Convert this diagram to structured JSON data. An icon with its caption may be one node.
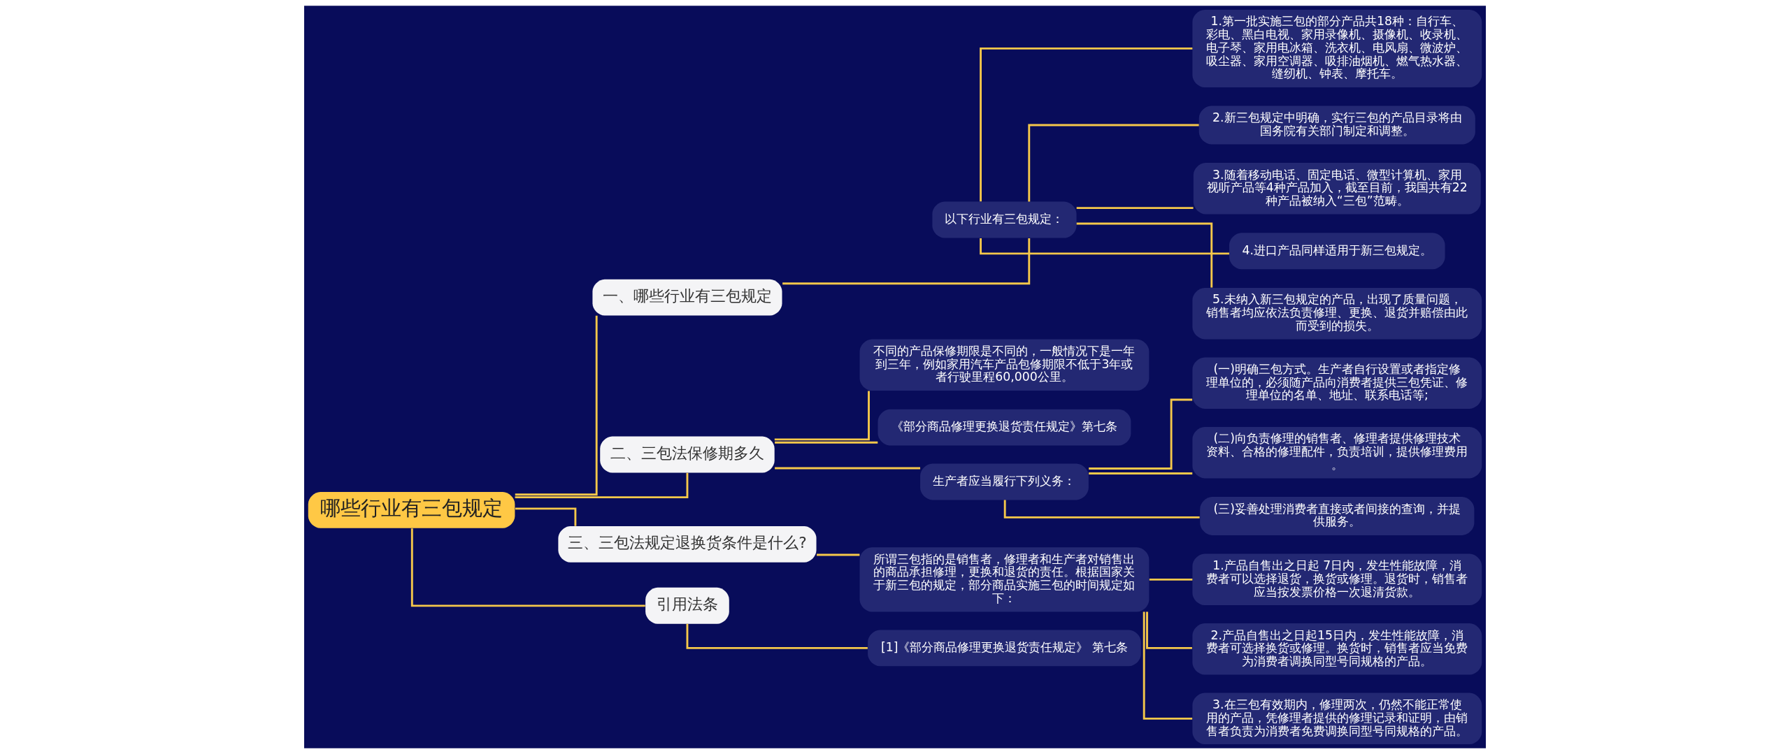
{
  "diagram": {
    "nodes": [
      {
        "text": [
          "哪些行业有三包规定"
        ]
      },
      {
        "text": [
          "一、哪些行业有三包规定"
        ]
      },
      {
        "text": [
          "以下行业有三包规定："
        ]
      },
      {
        "text": [
          "1.第一批实施三包的部分产品共18种：自行车、彩电、黑白电视、家用录像机、摄像机、收录机、电子琴、家用电冰箱、洗衣机、电风扇、微波炉、吸尘器、家用空调器、吸排油烟机、燃气热水器、缝纫机、钟表、摩托车。"
        ]
      },
      {
        "text": [
          "2.新三包规定中明确，实行三包的产品目录将由国务院有关部门制定和调整。"
        ]
      },
      {
        "text": [
          "3.随着移动电话、固定电话、微型计算机、家用视听产品等4种产品加入，截至目前，我国共有22种产品被纳入“三包”范畴。"
        ]
      },
      {
        "text": [
          "4.进口产品同样适用于新三包规定。"
        ]
      },
      {
        "text": [
          "5.未纳入新三包规定的产品，出现了质量问题，销售者均应依法负责修理、更换、退货并赔偿由此而受到的损失。"
        ]
      },
      {
        "text": [
          "二、三包法保修期多久"
        ]
      },
      {
        "text": [
          "不同的产品保修期限是不同的，一般情况下是一年到三年，例如家用汽车产品包修期限不低于3年或者行驶里程60,000公里。"
        ]
      },
      {
        "text": [
          "《部分商品修理更换退货责任规定》第七条"
        ]
      },
      {
        "text": [
          "生产者应当履行下列义务："
        ]
      },
      {
        "text": [
          "(一)明确三包方式。生产者自行设置或者指定修理单位的，必须随产品向消费者提供三包凭证、修理单位的名单、地址、联系电话等;"
        ]
      },
      {
        "text": [
          "(二)向负责修理的销售者、修理者提供修理技术资料、合格的修理配件，负责培训，提供修理费用。"
        ]
      },
      {
        "text": [
          "(三)妥善处理消费者直接或者间接的查询，并提供服务。"
        ]
      },
      {
        "text": [
          "三、三包法规定退换货条件是什么?"
        ]
      },
      {
        "text": [
          "所谓三包指的是销售者，修理者和生产者对销售出的商品承担修理，更换和退货的责任。根据国家关于新三包的规定，部分商品实施三包的时间规定如下："
        ]
      },
      {
        "text": [
          "1.产品自售出之日起 7日内，发生性能故障，消费者可以选择退货，换货或修理。退货时，销售者应当按发票价格一次退清货款。"
        ]
      },
      {
        "text": [
          "2.产品自售出之日起15日内，发生性能故障，消费者可选择换货或修理。换货时，销售者应当免费为消费者调换同型号同规格的产品。"
        ]
      },
      {
        "text": [
          "3.在三包有效期内，修理两次，仍然不能正常使用的产品，凭修理者提供的修理记录和证明，由销售者负责为消费者免费调换同型号同规格的产品。"
        ]
      },
      {
        "text": [
          "引用法条"
        ]
      },
      {
        "text": [
          "[1]《部分商品修理更换退货责任规定》 第七条"
        ]
      }
    ],
    "edges": [
      {
        "from": 0,
        "to": 1,
        "arrow": "none"
      },
      {
        "from": 1,
        "to": 2,
        "arrow": "none"
      },
      {
        "from": 2,
        "to": 3,
        "arrow": "none"
      },
      {
        "from": 2,
        "to": 4,
        "arrow": "none"
      },
      {
        "from": 2,
        "to": 5,
        "arrow": "none"
      },
      {
        "from": 2,
        "to": 6,
        "arrow": "none"
      },
      {
        "from": 2,
        "to": 7,
        "arrow": "none"
      },
      {
        "from": 0,
        "to": 8,
        "arrow": "none"
      },
      {
        "from": 8,
        "to": 9,
        "arrow": "none"
      },
      {
        "from": 8,
        "to": 10,
        "arrow": "none"
      },
      {
        "from": 8,
        "to": 11,
        "arrow": "none"
      },
      {
        "from": 11,
        "to": 12,
        "arrow": "none"
      },
      {
        "from": 11,
        "to": 13,
        "arrow": "none"
      },
      {
        "from": 11,
        "to": 14,
        "arrow": "none"
      },
      {
        "from": 0,
        "to": 15,
        "arrow": "none"
      },
      {
        "from": 15,
        "to": 16,
        "arrow": "none"
      },
      {
        "from": 16,
        "to": 17,
        "arrow": "none"
      },
      {
        "from": 16,
        "to": 18,
        "arrow": "none"
      },
      {
        "from": 16,
        "to": 19,
        "arrow": "none"
      },
      {
        "from": 0,
        "to": 20,
        "arrow": "none"
      },
      {
        "from": 20,
        "to": 21,
        "arrow": "none"
      }
    ]
  }
}
